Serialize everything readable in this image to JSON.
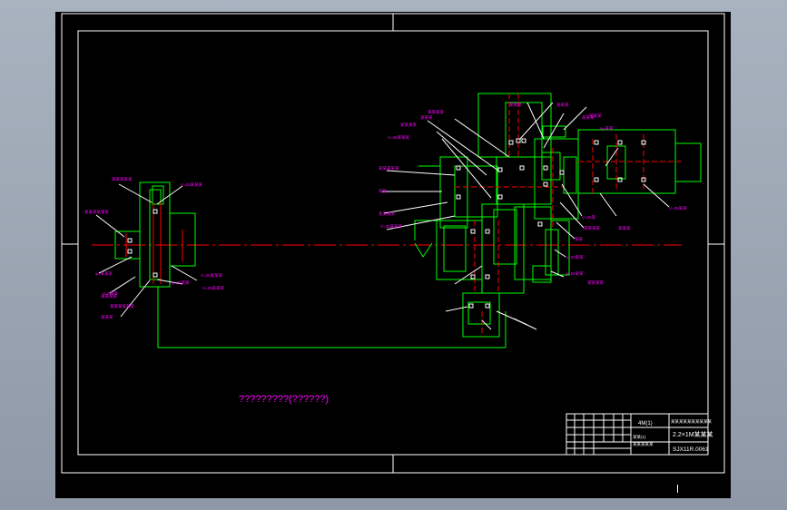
{
  "window": {
    "background": "#9aa4b2",
    "canvas_background": "#000000"
  },
  "colors": {
    "frame": "#ffffff",
    "line": "#00ff00",
    "center": "#ff0000",
    "label": "#ff00ff",
    "title_text": "#ffffff"
  },
  "drawing": {
    "caption": "?????????(??????)",
    "title_block": {
      "scale": "4M(1)",
      "project": "某某某某某某某某某某",
      "drawing_name": "2.2×1M某某某",
      "drawing_no": "SJX11R.0061",
      "small_1": "某某(1)",
      "small_2": "某某某某某"
    },
    "labels": [
      "某某某某某",
      "某某某某某某",
      "V=25某某某",
      "φ=某某某",
      "V=0某某",
      "某某某某",
      "某某某",
      "V=20某某某",
      "V=25某某某",
      "某某某某某某",
      "φ=20某某",
      "某某某",
      "某某某某",
      "V=25某某某",
      "某某某某某",
      "某某",
      "某某某某",
      "V=25某某某",
      "某某某某",
      "某某某",
      "某某某",
      "某某某",
      "某某某",
      "V=25某",
      "某某某某",
      "某某",
      "V=20某某",
      "φ=20某某",
      "某某某某",
      "某某某",
      "V=25某某",
      "φ=某某"
    ]
  }
}
